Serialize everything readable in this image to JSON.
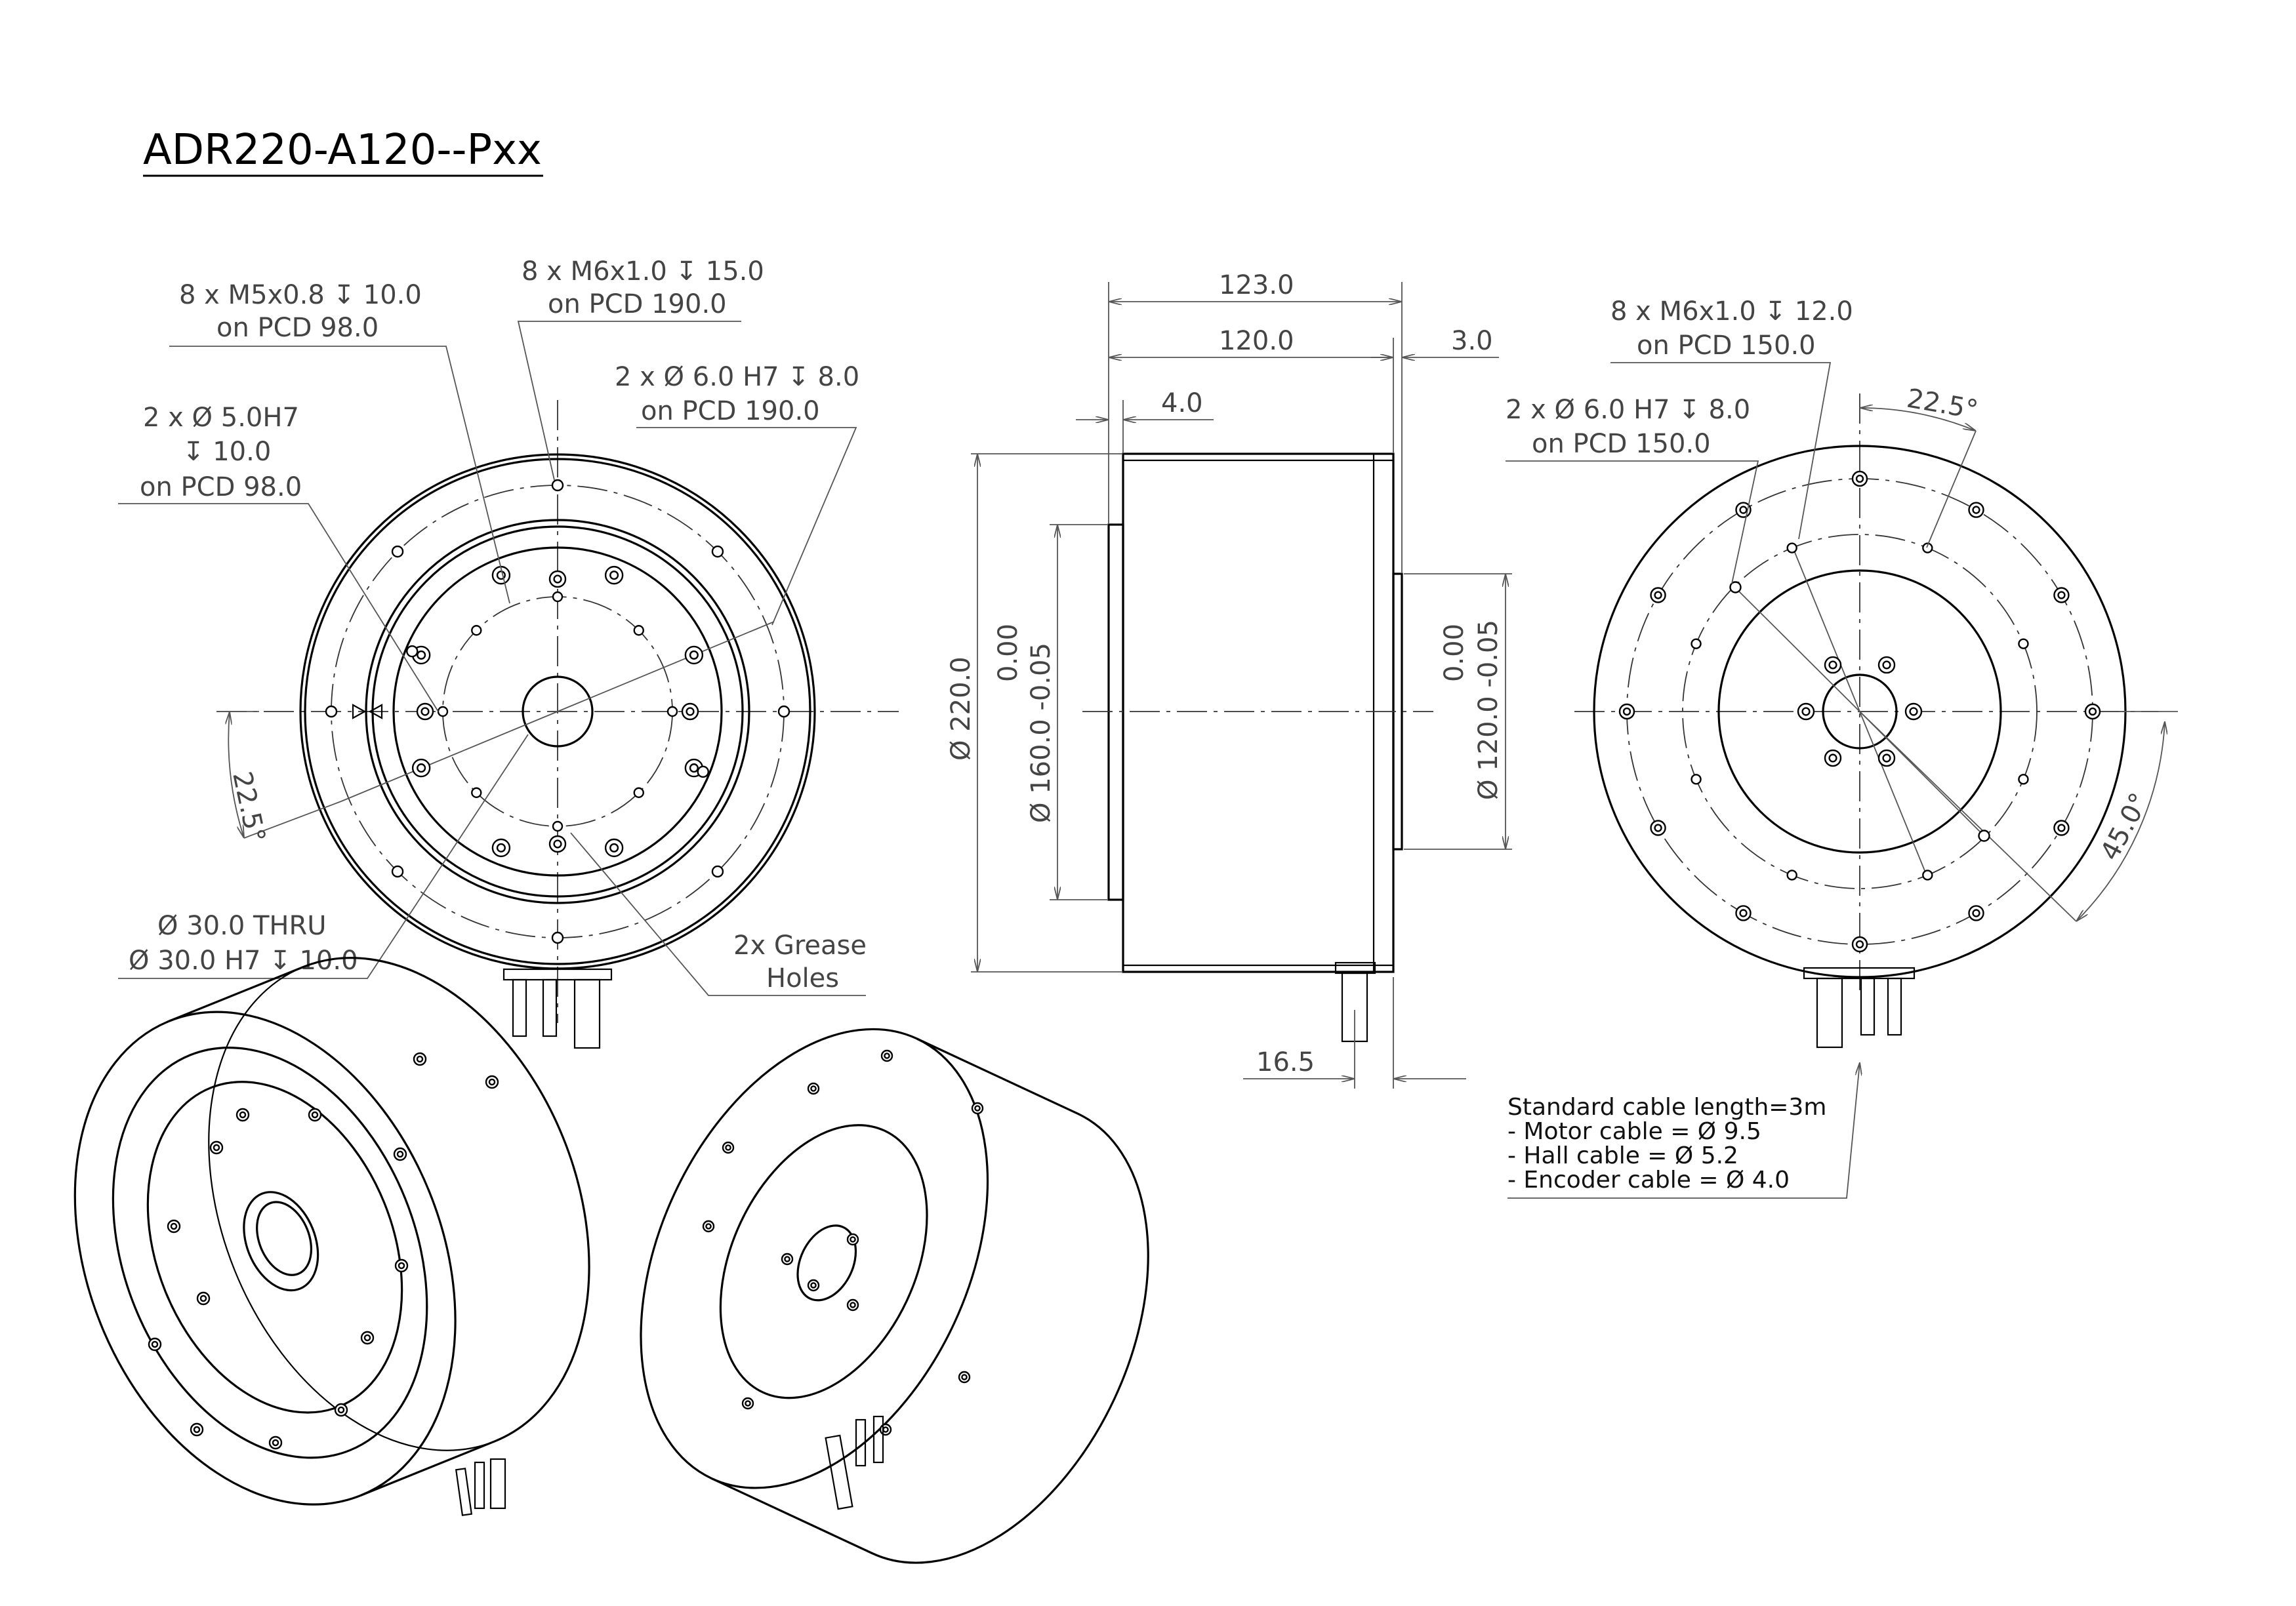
{
  "title": "ADR220-A120--Pxx",
  "front_view": {
    "callout_m5": [
      "8 x M5x0.8 ↧ 10.0",
      "on PCD 98.0"
    ],
    "callout_m6": [
      "8 x M6x1.0 ↧ 15.0",
      "on PCD 190.0"
    ],
    "callout_pin190": [
      "2 x Ø 6.0 H7 ↧ 8.0",
      "on PCD 190.0"
    ],
    "callout_pin98": [
      "2 x  Ø  5.0H7",
      "↧  10.0",
      "on PCD 98.0"
    ],
    "angle": "22.5°",
    "bore": [
      "Ø 30.0 THRU",
      "Ø 30.0 H7 ↧ 10.0"
    ],
    "grease": [
      "2x Grease",
      "Holes"
    ]
  },
  "side_view": {
    "dim_total_length": "123.0",
    "dim_body_length": "120.0",
    "dim_rear_step": "3.0",
    "dim_front_step": "4.0",
    "dim_outer_dia": "Ø 220.0",
    "dim_pilot_front": [
      "0.00",
      "Ø 160.0  -0.05"
    ],
    "dim_pilot_rear": [
      "0.00",
      "Ø 120.0  -0.05"
    ],
    "dim_cable_offset": "16.5"
  },
  "rear_view": {
    "callout_m6": [
      "8 x M6x1.0 ↧ 12.0",
      "on PCD 150.0"
    ],
    "callout_pin": [
      "2 x Ø 6.0 H7 ↧ 8.0",
      "on PCD 150.0"
    ],
    "angle_top": "22.5°",
    "angle_side": "45.0°"
  },
  "cable_note": [
    "Standard cable length=3m",
    "- Motor cable = Ø 9.5",
    "- Hall cable = Ø 5.2",
    "- Encoder cable = Ø 4.0"
  ]
}
